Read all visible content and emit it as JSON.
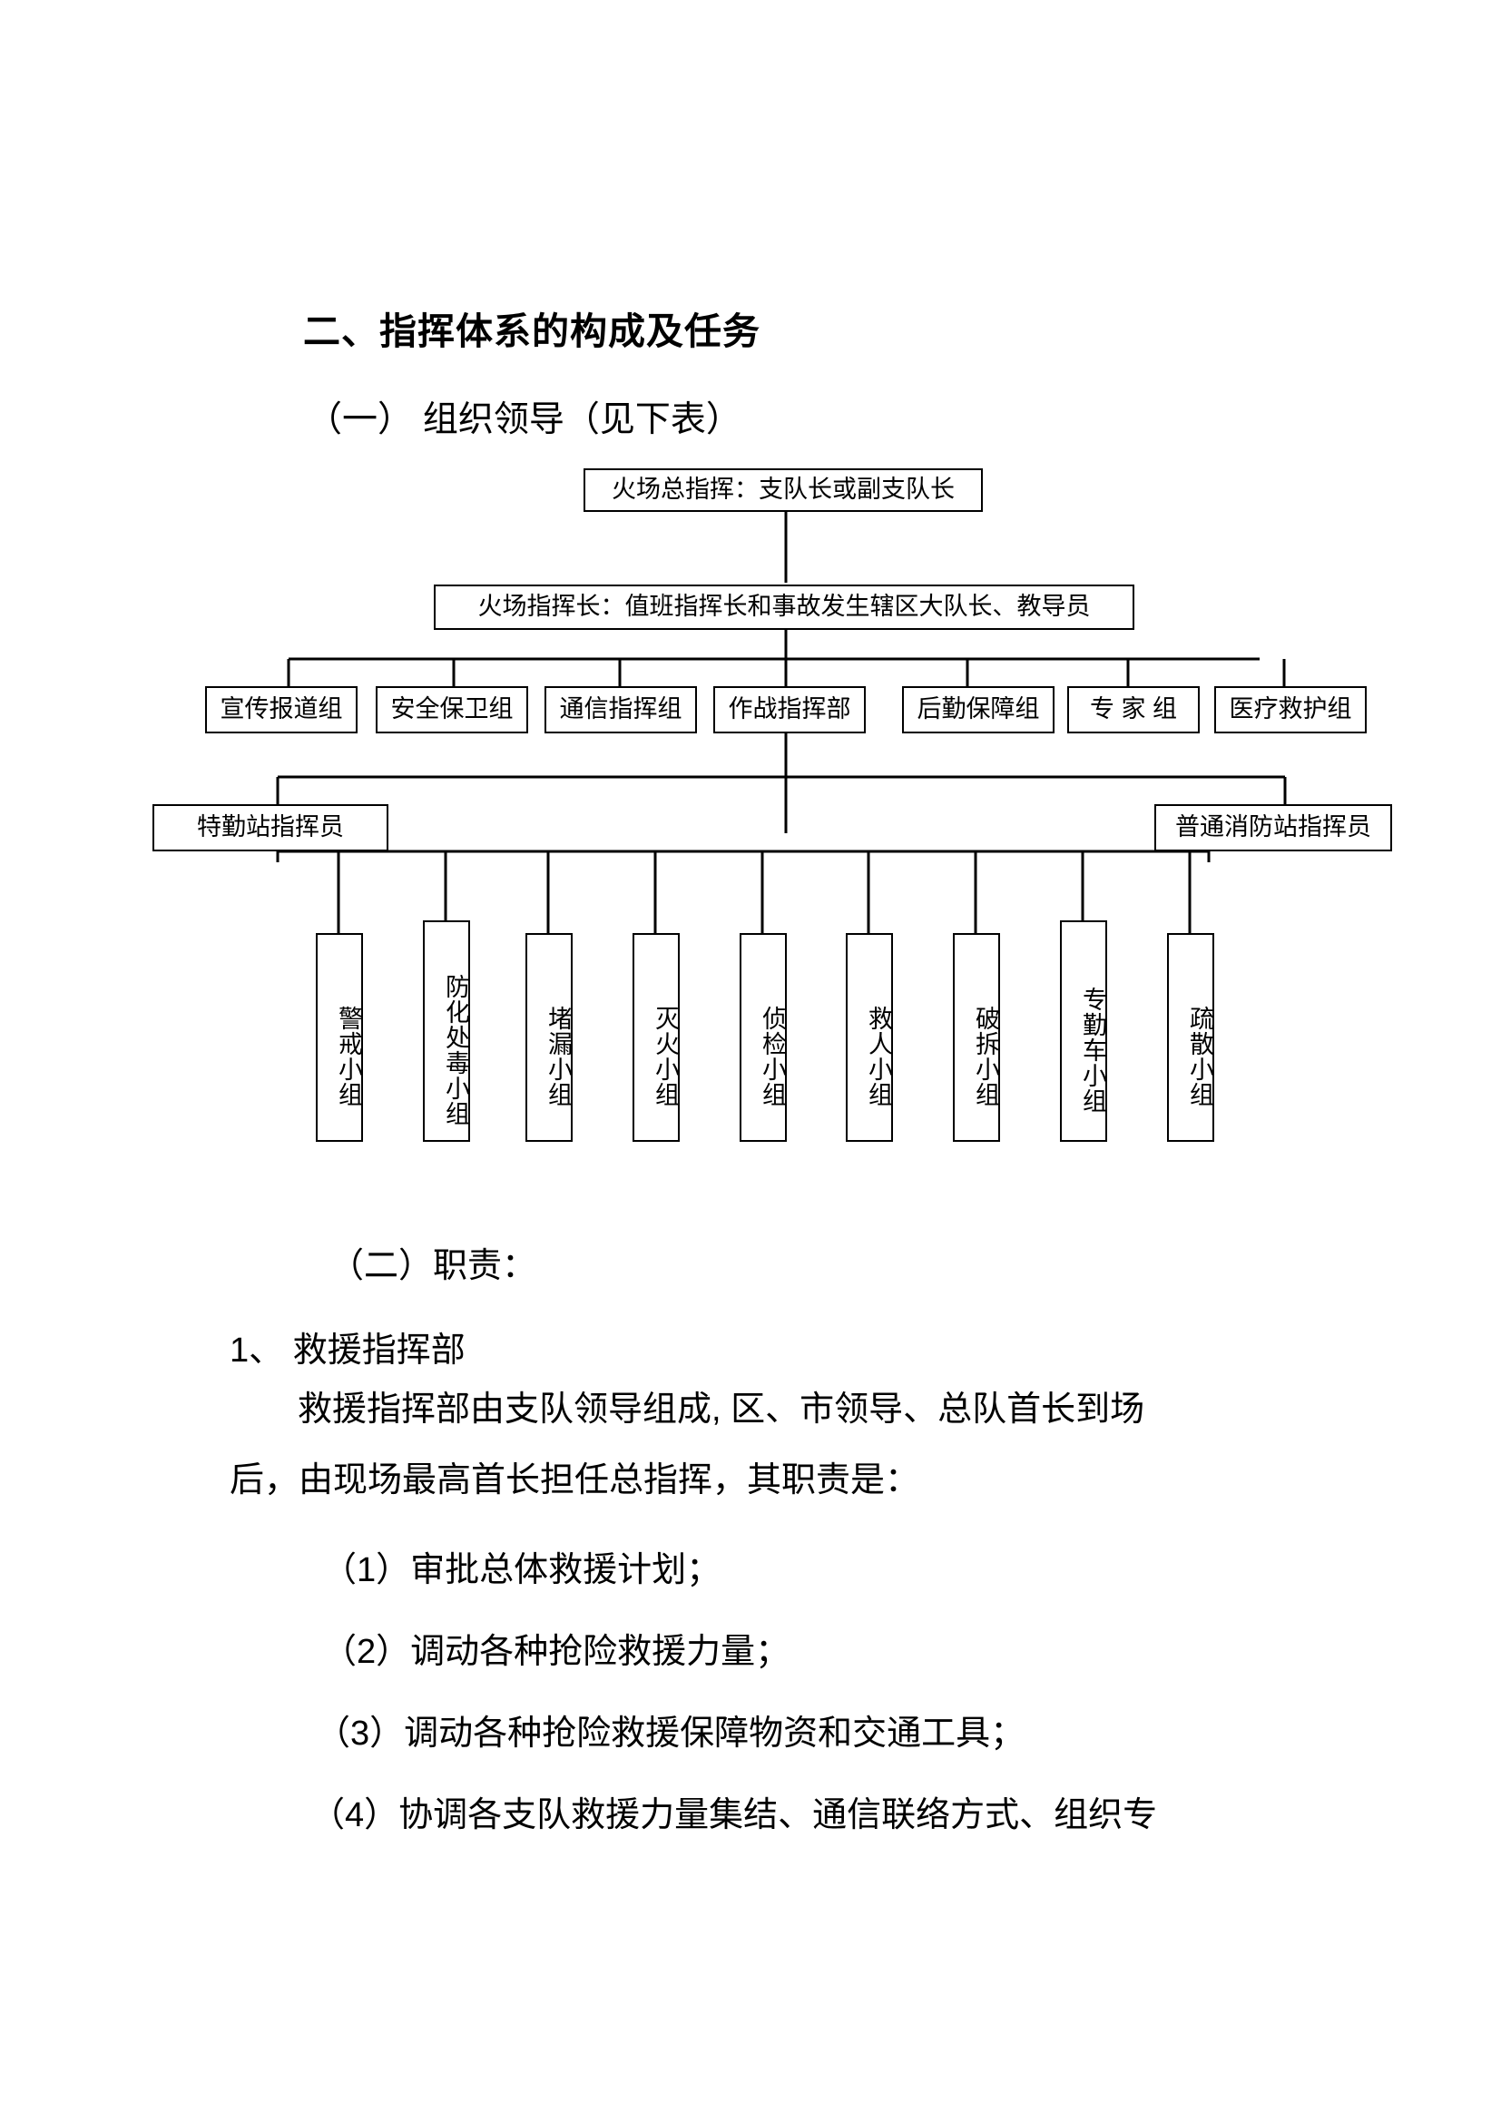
{
  "document": {
    "section_heading": "二、指挥体系的构成及任务",
    "sub_heading": "（一） 组织领导（见下表）",
    "duties_heading": "（二）职责：",
    "item_1": "1、   救援指挥部",
    "body_line_1": "救援指挥部由支队领导组成, 区、市领导、总队首长到场",
    "body_line_2": "后，由现场最高首长担任总指挥，其职责是：",
    "list": [
      "（1）审批总体救援计划；",
      "（2）调动各种抢险救援力量；",
      "（3）调动各种抢险救援保障物资和交通工具；",
      "（4）协调各支队救援力量集结、通信联络方式、组织专"
    ]
  },
  "org_chart": {
    "level_1": {
      "label": "火场总指挥：支队长或副支队长"
    },
    "level_2": {
      "label": "火场指挥长：值班指挥长和事故发生辖区大队长、教导员"
    },
    "level_3": [
      {
        "label": "宣传报道组"
      },
      {
        "label": "安全保卫组"
      },
      {
        "label": "通信指挥组"
      },
      {
        "label": "作战指挥部"
      },
      {
        "label": "后勤保障组"
      },
      {
        "label": "专  家  组"
      },
      {
        "label": "医疗救护组"
      }
    ],
    "level_4": [
      {
        "label": "特勤站指挥员"
      },
      {
        "label": "普通消防站指挥员"
      }
    ],
    "level_5": [
      {
        "label": "警戒小组"
      },
      {
        "label": "防化处毒小组"
      },
      {
        "label": "堵漏小组"
      },
      {
        "label": "灭火小组"
      },
      {
        "label": "侦检小组"
      },
      {
        "label": "救人小组"
      },
      {
        "label": "破拆小组"
      },
      {
        "label": "专勤车小组"
      },
      {
        "label": "疏散小组"
      }
    ]
  },
  "colors": {
    "page_background": "#ffffff",
    "text": "#000000",
    "line": "#000000"
  }
}
